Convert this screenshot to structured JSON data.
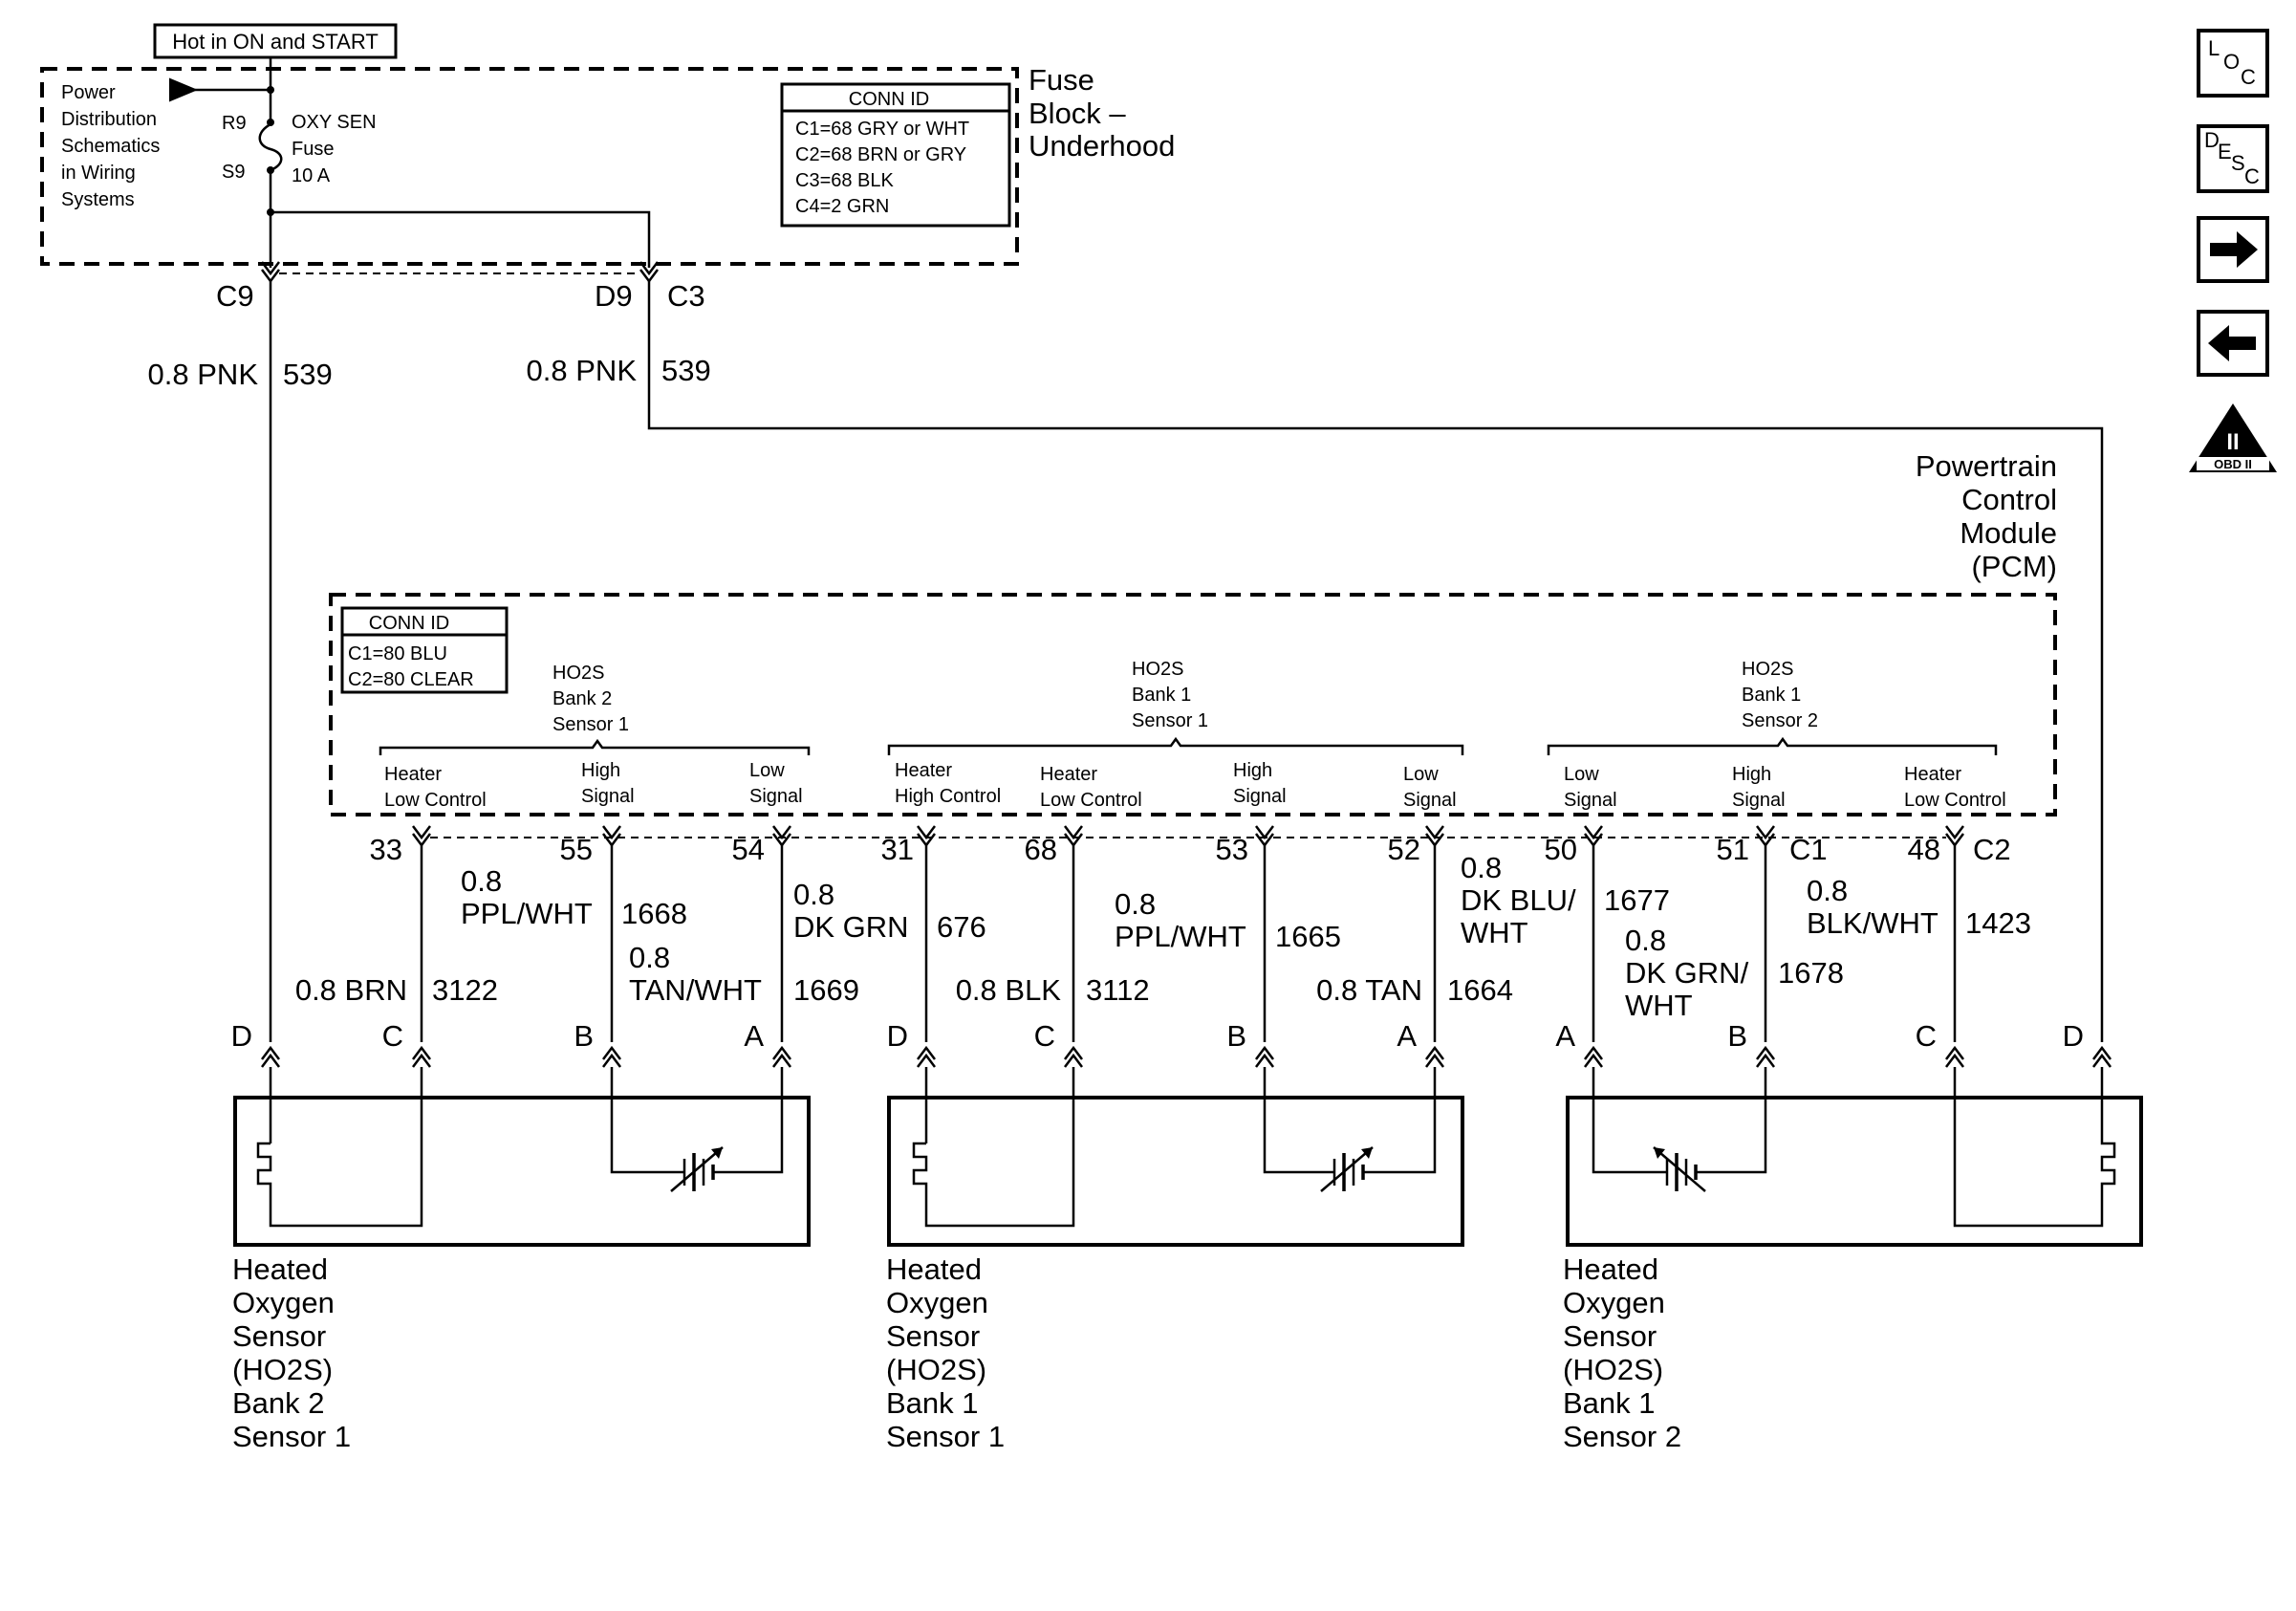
{
  "top_label": "Hot in ON and START",
  "fuse_block": {
    "name": "Fuse Block – Underhood",
    "name_lines": [
      "Fuse",
      "Block –",
      "Underhood"
    ],
    "pds_ref_lines": [
      "Power",
      "Distribution",
      "Schematics",
      "in Wiring",
      "Systems"
    ],
    "fuse_lines": [
      "OXY SEN",
      "Fuse",
      "10 A"
    ],
    "pin_r9": "R9",
    "pin_s9": "S9",
    "conn_id": {
      "title": "CONN ID",
      "lines": [
        "C1=68 GRY or WHT",
        "C2=68 BRN or GRY",
        "C3=68 BLK",
        "C4=2 GRN"
      ]
    },
    "out_pins": [
      "C9",
      "D9",
      "C3"
    ]
  },
  "supply_wires": [
    {
      "gauge_color": "0.8 PNK",
      "circuit": "539"
    },
    {
      "gauge_color": "0.8 PNK",
      "circuit": "539"
    }
  ],
  "pcm": {
    "name_lines": [
      "Powertrain",
      "Control",
      "Module",
      "(PCM)"
    ],
    "conn_id": {
      "title": "CONN ID",
      "lines": [
        "C1=80 BLU",
        "C2=80 CLEAR"
      ]
    },
    "groups": [
      {
        "title_lines": [
          "HO2S",
          "Bank 2",
          "Sensor 1"
        ]
      },
      {
        "title_lines": [
          "HO2S",
          "Bank 1",
          "Sensor 1"
        ]
      },
      {
        "title_lines": [
          "HO2S",
          "Bank 1",
          "Sensor 2"
        ]
      }
    ],
    "pin_functions": [
      [
        "Heater",
        "Low Control"
      ],
      [
        "High",
        "Signal"
      ],
      [
        "Low",
        "Signal"
      ],
      [
        "Heater",
        "High Control"
      ],
      [
        "Heater",
        "Low Control"
      ],
      [
        "High",
        "Signal"
      ],
      [
        "Low",
        "Signal"
      ],
      [
        "Low",
        "Signal"
      ],
      [
        "High",
        "Signal"
      ],
      [
        "Heater",
        "Low Control"
      ]
    ],
    "pins": [
      "33",
      "55",
      "54",
      "31",
      "68",
      "53",
      "52",
      "50",
      "51",
      "48"
    ],
    "connector_tags": [
      "C1",
      "C2"
    ]
  },
  "wires": [
    {
      "gauge_color": "0.8 BRN",
      "circuit": "3122"
    },
    {
      "gauge_color_lines": [
        "0.8",
        "PPL/WHT"
      ],
      "circuit": "1668"
    },
    {
      "gauge_color_lines": [
        "0.8",
        "TAN/WHT"
      ],
      "circuit": "1669"
    },
    {
      "gauge_color_lines": [
        "0.8",
        "DK GRN"
      ],
      "circuit": "676"
    },
    {
      "gauge_color": "0.8 BLK",
      "circuit": "3112"
    },
    {
      "gauge_color_lines": [
        "0.8",
        "PPL/WHT"
      ],
      "circuit": "1665"
    },
    {
      "gauge_color": "0.8 TAN",
      "circuit": "1664"
    },
    {
      "gauge_color_lines": [
        "0.8",
        "DK BLU/",
        "WHT"
      ],
      "circuit": "1677"
    },
    {
      "gauge_color_lines": [
        "0.8",
        "DK GRN/",
        "WHT"
      ],
      "circuit": "1678"
    },
    {
      "gauge_color_lines": [
        "0.8",
        "BLK/WHT"
      ],
      "circuit": "1423"
    }
  ],
  "sensors": [
    {
      "name_lines": [
        "Heated",
        "Oxygen",
        "Sensor",
        "(HO2S)",
        "Bank 2",
        "Sensor 1"
      ],
      "pins": [
        "D",
        "C",
        "B",
        "A"
      ]
    },
    {
      "name_lines": [
        "Heated",
        "Oxygen",
        "Sensor",
        "(HO2S)",
        "Bank 1",
        "Sensor 1"
      ],
      "pins": [
        "D",
        "C",
        "B",
        "A"
      ]
    },
    {
      "name_lines": [
        "Heated",
        "Oxygen",
        "Sensor",
        "(HO2S)",
        "Bank 1",
        "Sensor 2"
      ],
      "pins": [
        "A",
        "B",
        "C",
        "D"
      ]
    }
  ],
  "nav": {
    "loc": [
      "L",
      "O",
      "C"
    ],
    "desc": [
      "D",
      "E",
      "S",
      "C"
    ],
    "obd_numeral": "II",
    "obd_text": "OBD II"
  }
}
